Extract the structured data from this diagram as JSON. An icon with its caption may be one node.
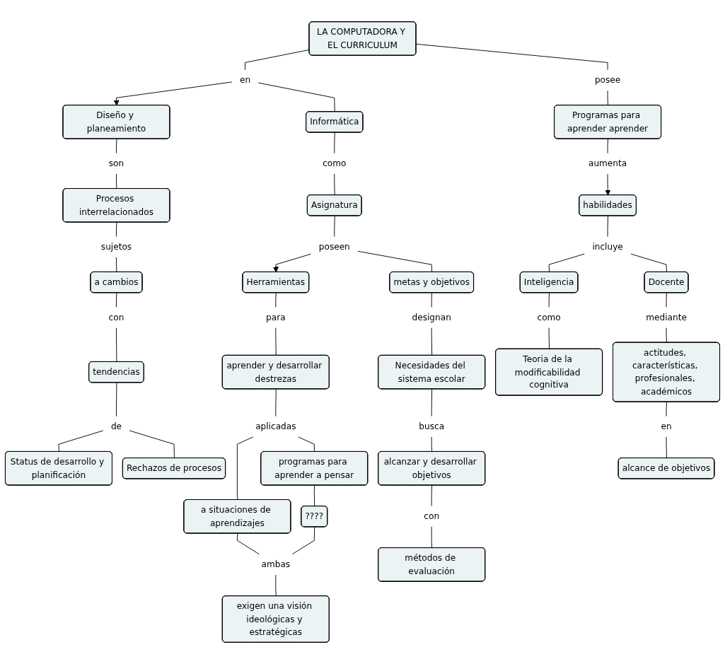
{
  "diagram": {
    "nodes": [
      {
        "text": [
          "LA COMPUTADORA Y EL CURRICULUM"
        ]
      },
      {
        "text": [
          "en"
        ]
      },
      {
        "text": [
          "posee"
        ]
      },
      {
        "text": [
          "Programas para aprender aprender"
        ]
      },
      {
        "text": [
          "Diseño y planeamiento"
        ]
      },
      {
        "text": [
          "Informática"
        ]
      },
      {
        "text": [
          "Herramientas"
        ]
      },
      {
        "text": [
          "aumenta"
        ]
      },
      {
        "text": [
          "son"
        ]
      },
      {
        "text": [
          "como"
        ]
      },
      {
        "text": [
          "habilidades"
        ]
      },
      {
        "text": [
          "para"
        ]
      },
      {
        "text": [
          "Procesos interrelacionados"
        ]
      },
      {
        "text": [
          "Asignatura"
        ]
      },
      {
        "text": [
          "incluye"
        ]
      },
      {
        "text": [
          "aprender y desarrollar destrezas"
        ]
      },
      {
        "text": [
          "sujetos"
        ]
      },
      {
        "text": [
          "poseen"
        ]
      },
      {
        "text": [
          "a cambios"
        ]
      },
      {
        "text": [
          "aplicadas"
        ]
      },
      {
        "text": [
          "Inteligencia"
        ]
      },
      {
        "text": [
          "Docente"
        ]
      },
      {
        "text": [
          "mediante"
        ]
      },
      {
        "text": [
          "metas y objetivos"
        ]
      },
      {
        "text": [
          "con"
        ]
      },
      {
        "text": [
          "como"
        ]
      },
      {
        "text": [
          "actitudes, características, profesionales, académicos"
        ]
      },
      {
        "text": [
          "tendencias"
        ]
      },
      {
        "text": [
          "a situaciones de aprendizajes"
        ]
      },
      {
        "text": [
          "programas para aprender a pensar"
        ]
      },
      {
        "text": [
          "designan"
        ]
      },
      {
        "text": [
          "Teoria de la modificabilidad cognitiva"
        ]
      },
      {
        "text": [
          "en"
        ]
      },
      {
        "text": [
          "de"
        ]
      },
      {
        "text": [
          "????"
        ]
      },
      {
        "text": [
          "Necesidades del sistema escolar"
        ]
      },
      {
        "text": [
          "alcance de objetivos"
        ]
      },
      {
        "text": [
          "ambas"
        ]
      },
      {
        "text": [
          "Status de desarrollo y planificación"
        ]
      },
      {
        "text": [
          "Rechazos de procesos"
        ]
      },
      {
        "text": [
          "busca"
        ]
      },
      {
        "text": [
          "exigen una visión ideológicas y estratégicas"
        ]
      },
      {
        "text": [
          "alcanzar y desarrollar objetivos"
        ]
      },
      {
        "text": [
          "con"
        ]
      },
      {
        "text": [
          "métodos de evaluación"
        ]
      }
    ],
    "edges": [
      {
        "from": 0,
        "to": 1,
        "arrow": "none"
      },
      {
        "from": 1,
        "to": 4,
        "arrow": "to"
      },
      {
        "from": 1,
        "to": 5,
        "arrow": "none"
      },
      {
        "from": 0,
        "to": 2,
        "arrow": "none"
      },
      {
        "from": 2,
        "to": 3,
        "arrow": "none"
      },
      {
        "from": 3,
        "to": 7,
        "arrow": "none"
      },
      {
        "from": 7,
        "to": 10,
        "arrow": "to"
      },
      {
        "from": 4,
        "to": 8,
        "arrow": "none"
      },
      {
        "from": 8,
        "to": 12,
        "arrow": "none"
      },
      {
        "from": 5,
        "to": 9,
        "arrow": "none"
      },
      {
        "from": 9,
        "to": 13,
        "arrow": "none"
      },
      {
        "from": 13,
        "to": 17,
        "arrow": "none"
      },
      {
        "from": 17,
        "to": 6,
        "arrow": "to"
      },
      {
        "from": 17,
        "to": 23,
        "arrow": "none"
      },
      {
        "from": 6,
        "to": 11,
        "arrow": "none"
      },
      {
        "from": 11,
        "to": 15,
        "arrow": "none"
      },
      {
        "from": 10,
        "to": 14,
        "arrow": "none"
      },
      {
        "from": 14,
        "to": 20,
        "arrow": "none"
      },
      {
        "from": 14,
        "to": 21,
        "arrow": "none"
      },
      {
        "from": 12,
        "to": 16,
        "arrow": "none"
      },
      {
        "from": 16,
        "to": 18,
        "arrow": "none"
      },
      {
        "from": 18,
        "to": 24,
        "arrow": "none"
      },
      {
        "from": 24,
        "to": 27,
        "arrow": "none"
      },
      {
        "from": 27,
        "to": 33,
        "arrow": "none"
      },
      {
        "from": 33,
        "to": 38,
        "arrow": "none"
      },
      {
        "from": 33,
        "to": 39,
        "arrow": "none"
      },
      {
        "from": 15,
        "to": 19,
        "arrow": "none"
      },
      {
        "from": 19,
        "to": 28,
        "arrow": "none"
      },
      {
        "from": 19,
        "to": 29,
        "arrow": "none"
      },
      {
        "from": 20,
        "to": 25,
        "arrow": "none"
      },
      {
        "from": 25,
        "to": 31,
        "arrow": "none"
      },
      {
        "from": 21,
        "to": 22,
        "arrow": "none"
      },
      {
        "from": 22,
        "to": 26,
        "arrow": "none"
      },
      {
        "from": 26,
        "to": 32,
        "arrow": "none"
      },
      {
        "from": 32,
        "to": 36,
        "arrow": "none"
      },
      {
        "from": 23,
        "to": 30,
        "arrow": "none"
      },
      {
        "from": 30,
        "to": 35,
        "arrow": "none"
      },
      {
        "from": 35,
        "to": 40,
        "arrow": "none"
      },
      {
        "from": 40,
        "to": 42,
        "arrow": "none"
      },
      {
        "from": 42,
        "to": 43,
        "arrow": "none"
      },
      {
        "from": 43,
        "to": 44,
        "arrow": "none"
      },
      {
        "from": 28,
        "to": 37,
        "arrow": "none"
      },
      {
        "from": 29,
        "to": 34,
        "arrow": "none"
      },
      {
        "from": 34,
        "to": 37,
        "arrow": "none"
      },
      {
        "from": 37,
        "to": 41,
        "arrow": "none"
      }
    ]
  }
}
